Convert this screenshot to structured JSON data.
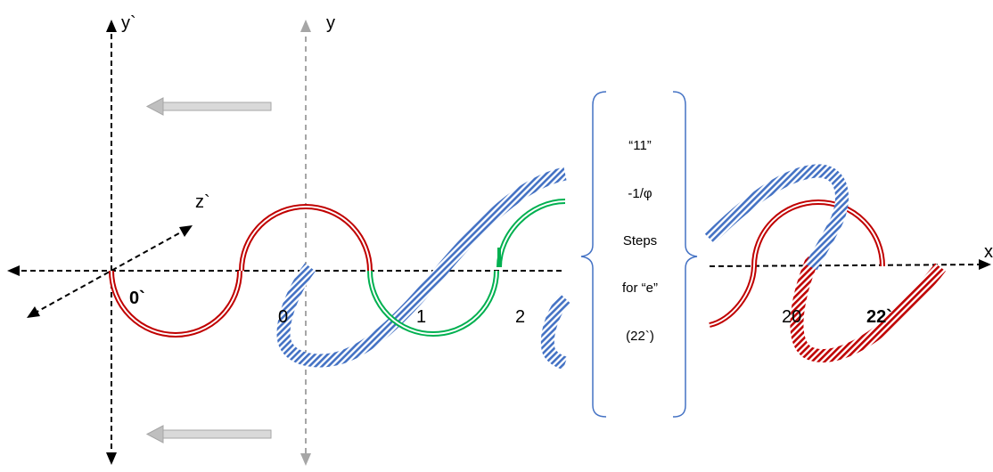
{
  "axes": {
    "y_prime": "y`",
    "y": "y",
    "z_prime": "z`",
    "x": "x"
  },
  "ticks": {
    "zero_prime": "0`",
    "zero": "0",
    "one": "1",
    "two": "2",
    "twenty": "20",
    "twenty_two_prime": "22`"
  },
  "bracket_box": {
    "line1": "“11”",
    "line2": "-1/φ",
    "line3": "Steps",
    "line4": "for “e”",
    "line5": "(22`)"
  },
  "colors": {
    "red": "#c00000",
    "green": "#00b050",
    "blue": "#4472c4",
    "grey": "#a6a6a6",
    "bracket": "#4472c4",
    "black": "#000000"
  }
}
